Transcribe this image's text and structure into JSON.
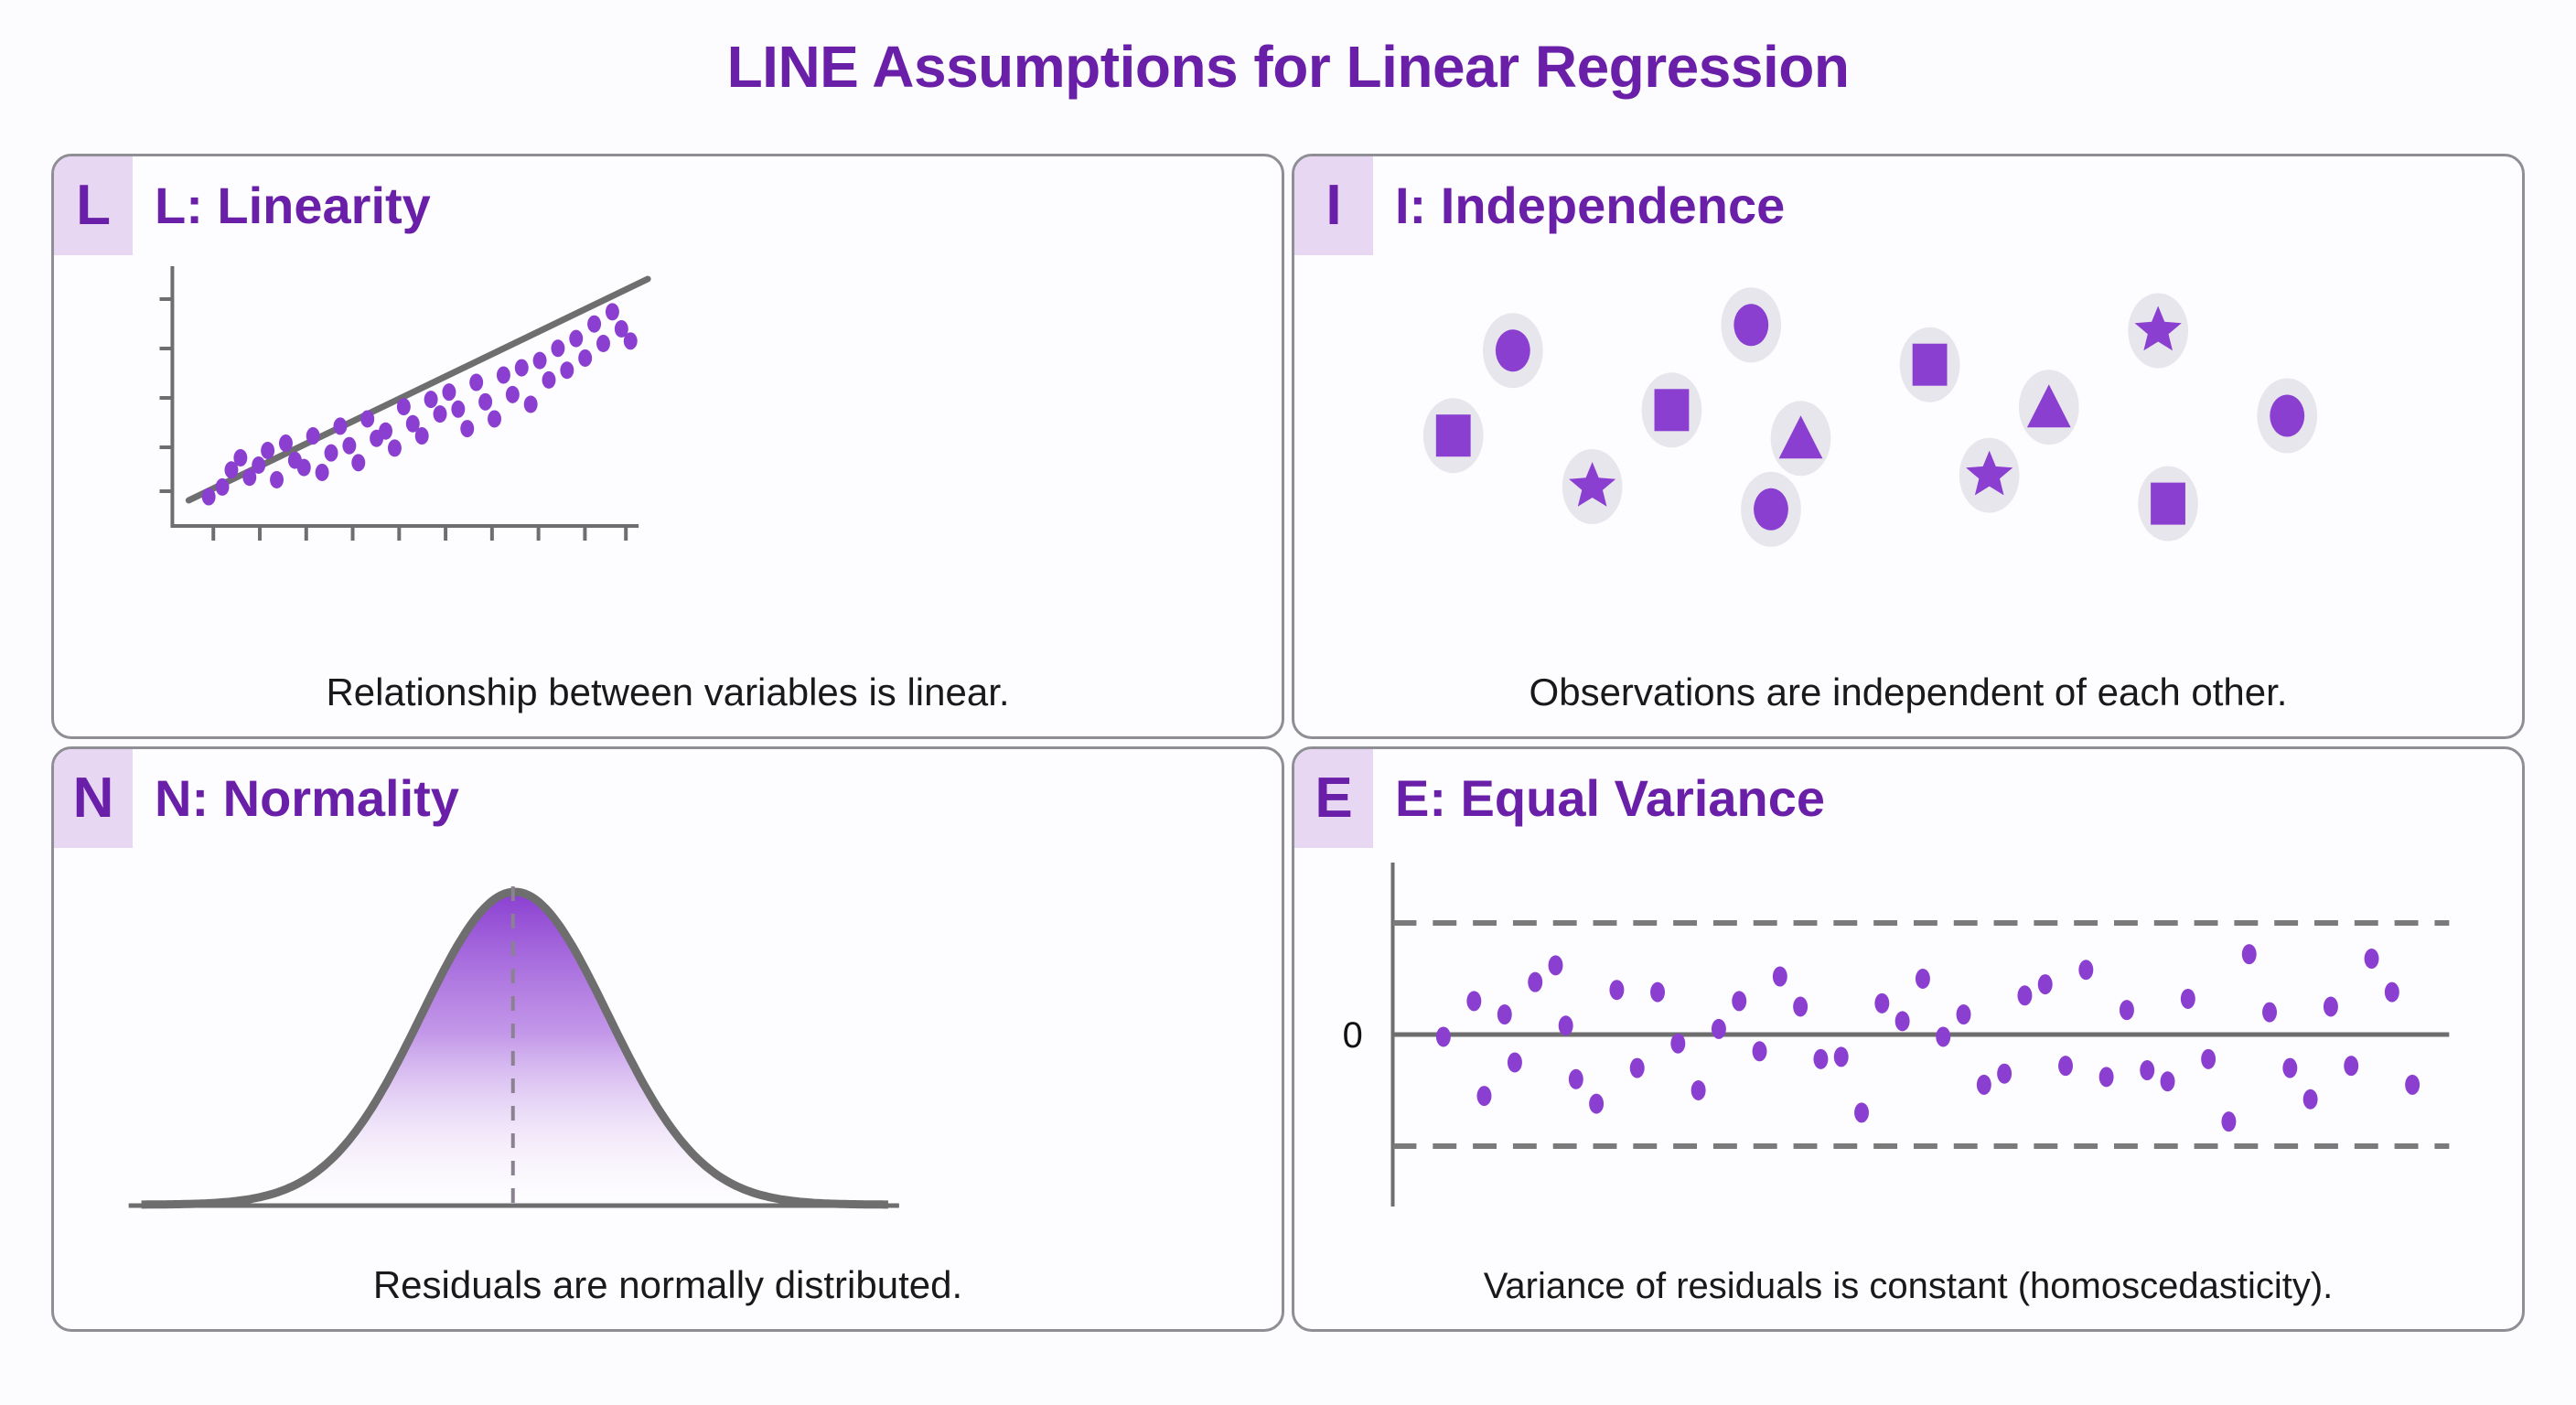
{
  "page": {
    "title": "LINE Assumptions for Linear Regression",
    "background": "#FCFBFD",
    "accent_purple": "#6A1FA8",
    "shape_purple": "#8A3FD1",
    "badge_bg": "#E7D7F3",
    "line_gray": "#6E6E6E"
  },
  "cards": [
    {
      "badge": "L",
      "title": "L: Linearity",
      "caption": "Relationship between variables is linear."
    },
    {
      "badge": "I",
      "title": "I: Independence",
      "caption": "Observations are independent of each other."
    },
    {
      "badge": "N",
      "title": "N: Normality",
      "caption": "Residuals are normally distributed."
    },
    {
      "badge": "E",
      "title": "E: Equal Variance",
      "caption": "Variance of residuals is constant (homoscedasticity)."
    }
  ],
  "chart_data": [
    {
      "type": "scatter",
      "title": "L: Linearity",
      "xlabel": "",
      "ylabel": "",
      "xlim": [
        0,
        100
      ],
      "ylim": [
        0,
        100
      ],
      "grid": false,
      "legend": null,
      "axis_ticks": {
        "x_count": 10,
        "y_count": 5,
        "labels_shown": false
      },
      "trend_line": {
        "x": [
          3,
          98
        ],
        "y": [
          16,
          92
        ]
      },
      "points": [
        [
          4,
          9
        ],
        [
          7,
          13
        ],
        [
          9,
          20
        ],
        [
          11,
          25
        ],
        [
          13,
          17
        ],
        [
          15,
          22
        ],
        [
          17,
          28
        ],
        [
          19,
          16
        ],
        [
          21,
          31
        ],
        [
          23,
          24
        ],
        [
          25,
          21
        ],
        [
          27,
          34
        ],
        [
          29,
          19
        ],
        [
          31,
          27
        ],
        [
          33,
          38
        ],
        [
          35,
          30
        ],
        [
          37,
          23
        ],
        [
          39,
          41
        ],
        [
          41,
          33
        ],
        [
          43,
          36
        ],
        [
          45,
          29
        ],
        [
          47,
          46
        ],
        [
          49,
          39
        ],
        [
          51,
          34
        ],
        [
          53,
          49
        ],
        [
          55,
          43
        ],
        [
          57,
          52
        ],
        [
          59,
          45
        ],
        [
          61,
          37
        ],
        [
          63,
          56
        ],
        [
          65,
          48
        ],
        [
          67,
          41
        ],
        [
          69,
          59
        ],
        [
          71,
          51
        ],
        [
          73,
          62
        ],
        [
          75,
          47
        ],
        [
          77,
          65
        ],
        [
          79,
          57
        ],
        [
          81,
          70
        ],
        [
          83,
          61
        ],
        [
          85,
          74
        ],
        [
          87,
          66
        ],
        [
          89,
          80
        ],
        [
          91,
          72
        ],
        [
          93,
          85
        ],
        [
          95,
          78
        ],
        [
          97,
          73
        ]
      ]
    },
    {
      "type": "scatter",
      "title": "I: Independence",
      "xlabel": "",
      "ylabel": "",
      "grid": false,
      "legend": null,
      "note": "Independent observations drawn as distinct glyph markers in light halos",
      "markers": [
        {
          "shape": "circle",
          "x": 11,
          "y": 22
        },
        {
          "shape": "circle",
          "x": 35,
          "y": 13
        },
        {
          "shape": "star",
          "x": 76,
          "y": 15
        },
        {
          "shape": "square",
          "x": 53,
          "y": 27
        },
        {
          "shape": "square",
          "x": 27,
          "y": 43
        },
        {
          "shape": "triangle",
          "x": 65,
          "y": 42
        },
        {
          "shape": "square",
          "x": 5,
          "y": 52
        },
        {
          "shape": "triangle",
          "x": 40,
          "y": 53
        },
        {
          "shape": "circle",
          "x": 89,
          "y": 45
        },
        {
          "shape": "star",
          "x": 19,
          "y": 70
        },
        {
          "shape": "star",
          "x": 59,
          "y": 66
        },
        {
          "shape": "circle",
          "x": 37,
          "y": 78
        },
        {
          "shape": "square",
          "x": 77,
          "y": 76
        },
        {
          "shape": "circle",
          "x": 11,
          "y": 22
        }
      ]
    },
    {
      "type": "area",
      "title": "N: Normality",
      "xlabel": "",
      "ylabel": "",
      "grid": false,
      "legend": null,
      "distribution": "normal",
      "mean": 0,
      "sd": 1,
      "center_line": true,
      "fill_gradient": [
        "#8A3FD1",
        "#FFFFFF"
      ],
      "x": [
        -4,
        -3,
        -2,
        -1,
        0,
        1,
        2,
        3,
        4
      ],
      "y": [
        0.0001,
        0.004,
        0.054,
        0.242,
        0.399,
        0.242,
        0.054,
        0.004,
        0.0001
      ]
    },
    {
      "type": "scatter",
      "title": "E: Equal Variance",
      "xlabel": "",
      "ylabel": "",
      "grid": false,
      "legend": null,
      "zero_label": "0",
      "zero_line": 0,
      "band_upper": 1.0,
      "band_lower": -1.0,
      "ylim": [
        -1.45,
        1.45
      ],
      "points": [
        [
          3,
          -0.02
        ],
        [
          6,
          0.3
        ],
        [
          7,
          -0.55
        ],
        [
          9,
          0.18
        ],
        [
          10,
          -0.25
        ],
        [
          12,
          0.47
        ],
        [
          14,
          0.62
        ],
        [
          15,
          0.08
        ],
        [
          16,
          -0.4
        ],
        [
          18,
          -0.62
        ],
        [
          20,
          0.4
        ],
        [
          22,
          -0.3
        ],
        [
          24,
          0.38
        ],
        [
          26,
          -0.08
        ],
        [
          28,
          -0.5
        ],
        [
          30,
          0.05
        ],
        [
          32,
          0.3
        ],
        [
          34,
          -0.15
        ],
        [
          36,
          0.52
        ],
        [
          38,
          0.25
        ],
        [
          40,
          -0.22
        ],
        [
          42,
          -0.2
        ],
        [
          44,
          -0.7
        ],
        [
          46,
          0.28
        ],
        [
          48,
          0.12
        ],
        [
          50,
          0.5
        ],
        [
          52,
          -0.02
        ],
        [
          54,
          0.18
        ],
        [
          56,
          -0.45
        ],
        [
          58,
          -0.35
        ],
        [
          60,
          0.35
        ],
        [
          62,
          0.45
        ],
        [
          64,
          -0.28
        ],
        [
          66,
          0.58
        ],
        [
          68,
          -0.38
        ],
        [
          70,
          0.22
        ],
        [
          72,
          -0.32
        ],
        [
          74,
          -0.42
        ],
        [
          76,
          0.32
        ],
        [
          78,
          -0.22
        ],
        [
          80,
          -0.78
        ],
        [
          82,
          0.72
        ],
        [
          84,
          0.2
        ],
        [
          86,
          -0.3
        ],
        [
          88,
          -0.58
        ],
        [
          90,
          0.25
        ],
        [
          92,
          -0.28
        ],
        [
          94,
          0.68
        ],
        [
          96,
          0.38
        ],
        [
          98,
          -0.45
        ]
      ]
    }
  ]
}
